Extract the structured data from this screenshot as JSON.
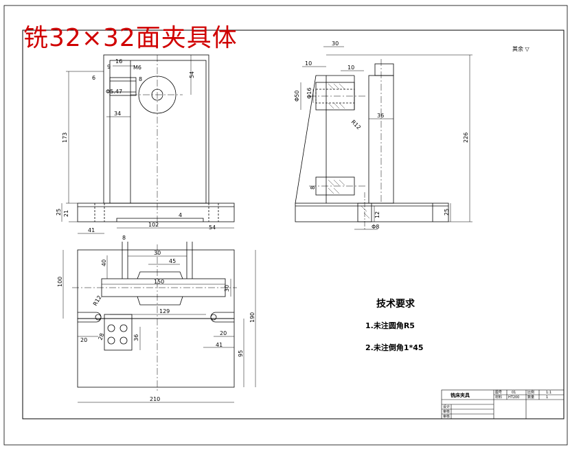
{
  "banner": {
    "title": "铣32×32面夹具体"
  },
  "roughness_note": "其余 ▽",
  "tech_requirements": {
    "heading": "技术要求",
    "items": [
      "1.未注圆角R5",
      "2.未注倒角1*45"
    ]
  },
  "front_view": {
    "dims": [
      "16",
      "9",
      "M6",
      "6",
      "8",
      "Φ5.47",
      "54",
      "34",
      "173",
      "25",
      "21",
      "41",
      "102",
      "54",
      "4"
    ]
  },
  "side_view": {
    "dims": [
      "30",
      "10",
      "10",
      "Φ50",
      "Φ16",
      "R12",
      "36",
      "226",
      "8",
      "12",
      "Φ8",
      "25"
    ]
  },
  "top_view": {
    "dims": [
      "8",
      "40",
      "30",
      "45",
      "100",
      "150",
      "30",
      "R12",
      "129",
      "20",
      "28",
      "36",
      "20",
      "41",
      "190",
      "95",
      "210"
    ]
  },
  "title_block": {
    "part_name": "铣床夹具",
    "labels": [
      "图号",
      "比例",
      "材料",
      "数量",
      "设计",
      "审核",
      "审核"
    ],
    "values": [
      "01",
      "1:1",
      "HT200",
      "1"
    ]
  },
  "colors": {
    "line": "#000000",
    "banner": "#d00000"
  }
}
